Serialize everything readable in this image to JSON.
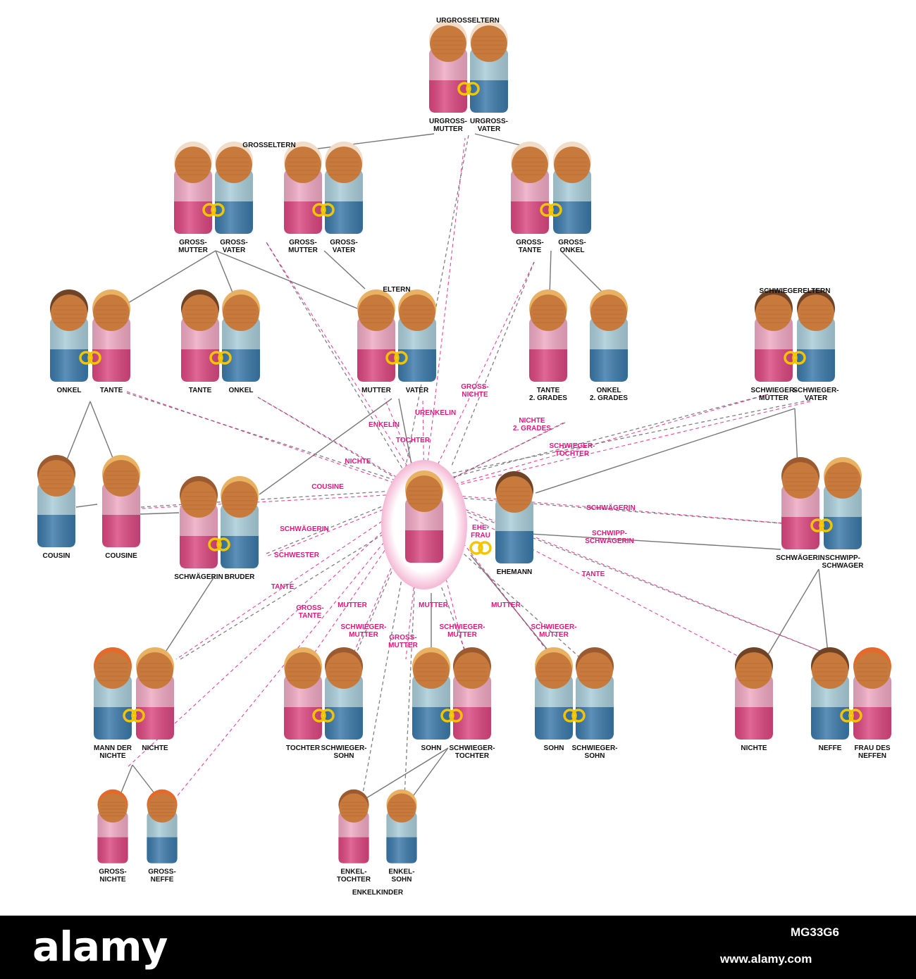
{
  "colors": {
    "female": "#d9467f",
    "female_light": "#eea8c2",
    "male": "#3a78a8",
    "male_light": "#a8ccd8",
    "skin": "#c77a3c",
    "relation_line": "#777777",
    "relation_text": "#e0187e",
    "ring": "#f2c500",
    "footer": "#000000"
  },
  "group_labels": {
    "great_grandparents": "URGROSSELTERN",
    "grandparents": "GROSSELTERN",
    "parents": "ELTERN",
    "parents_in_law": "SCHWIEGERELTERN",
    "grandchildren": "ENKELKINDER"
  },
  "people": [
    {
      "id": "ugm",
      "gender": "f",
      "hair": "white",
      "labels": [
        "URGROSS-",
        "MUTTER"
      ]
    },
    {
      "id": "ugv",
      "gender": "m",
      "hair": "white",
      "labels": [
        "URGROSS-",
        "VATER"
      ]
    },
    {
      "id": "gm1",
      "gender": "f",
      "hair": "white",
      "labels": [
        "GROSS-",
        "MUTTER"
      ]
    },
    {
      "id": "gv1",
      "gender": "m",
      "hair": "white",
      "labels": [
        "GROSS-",
        "VATER"
      ]
    },
    {
      "id": "gm2",
      "gender": "f",
      "hair": "white",
      "labels": [
        "GROSS-",
        "MUTTER"
      ]
    },
    {
      "id": "gv2",
      "gender": "m",
      "hair": "white",
      "labels": [
        "GROSS-",
        "VATER"
      ]
    },
    {
      "id": "gt",
      "gender": "f",
      "hair": "white",
      "labels": [
        "GROSS-",
        "TANTE"
      ]
    },
    {
      "id": "go",
      "gender": "m",
      "hair": "white",
      "labels": [
        "GROSS-",
        "ONKEL"
      ]
    },
    {
      "id": "onkel1",
      "gender": "m",
      "hair": "dark",
      "labels": [
        "ONKEL"
      ]
    },
    {
      "id": "tante1",
      "gender": "f",
      "hair": "blond",
      "labels": [
        "TANTE"
      ]
    },
    {
      "id": "tante2",
      "gender": "f",
      "hair": "dark",
      "labels": [
        "TANTE"
      ]
    },
    {
      "id": "onkel2",
      "gender": "m",
      "hair": "blond",
      "labels": [
        "ONKEL"
      ]
    },
    {
      "id": "mutter",
      "gender": "f",
      "hair": "blond",
      "labels": [
        "MUTTER"
      ]
    },
    {
      "id": "vater",
      "gender": "m",
      "hair": "blond",
      "labels": [
        "VATER"
      ]
    },
    {
      "id": "tante3",
      "gender": "f",
      "hair": "blond",
      "labels": [
        "TANTE",
        "2. GRADES"
      ]
    },
    {
      "id": "onkel3",
      "gender": "m",
      "hair": "blond",
      "labels": [
        "ONKEL",
        "2. GRADES"
      ]
    },
    {
      "id": "swm",
      "gender": "f",
      "hair": "dark",
      "labels": [
        "SCHWIEGER-",
        "MUTTER"
      ]
    },
    {
      "id": "swv",
      "gender": "m",
      "hair": "dark",
      "labels": [
        "SCHWIEGER-",
        "VATER"
      ]
    },
    {
      "id": "cousin",
      "gender": "m",
      "hair": "brown",
      "labels": [
        "COUSIN"
      ]
    },
    {
      "id": "cousine",
      "gender": "f",
      "hair": "blond",
      "labels": [
        "COUSINE"
      ]
    },
    {
      "id": "schwaegerin1",
      "gender": "f",
      "hair": "brown",
      "labels": [
        "SCHWÄGERIN"
      ]
    },
    {
      "id": "bruder",
      "gender": "m",
      "hair": "blond",
      "labels": [
        "BRUDER"
      ]
    },
    {
      "id": "self",
      "gender": "f",
      "hair": "blond",
      "labels": []
    },
    {
      "id": "ehemann",
      "gender": "m",
      "hair": "dark",
      "labels": [
        "EHEMANN"
      ]
    },
    {
      "id": "schwaegerin2",
      "gender": "f",
      "hair": "brown",
      "labels": [
        "SCHWÄGERIN"
      ]
    },
    {
      "id": "schwippschwager",
      "gender": "m",
      "hair": "blond",
      "labels": [
        "SCHWIPP-",
        "SCHWAGER"
      ]
    },
    {
      "id": "mannnichte",
      "gender": "m",
      "hair": "red",
      "labels": [
        "MANN DER",
        "NICHTE"
      ]
    },
    {
      "id": "nichte1",
      "gender": "f",
      "hair": "blond",
      "labels": [
        "NICHTE"
      ]
    },
    {
      "id": "tochter",
      "gender": "f",
      "hair": "blond",
      "labels": [
        "TOCHTER"
      ]
    },
    {
      "id": "schwsohn1",
      "gender": "m",
      "hair": "brown",
      "labels": [
        "SCHWIEGER-",
        "SOHN"
      ]
    },
    {
      "id": "sohn1",
      "gender": "m",
      "hair": "blond",
      "labels": [
        "SOHN"
      ]
    },
    {
      "id": "schwtochter",
      "gender": "f",
      "hair": "brown",
      "labels": [
        "SCHWIEGER-",
        "TOCHTER"
      ]
    },
    {
      "id": "sohn2",
      "gender": "m",
      "hair": "blond",
      "labels": [
        "SOHN"
      ]
    },
    {
      "id": "schwsohn2",
      "gender": "m",
      "hair": "brown",
      "labels": [
        "SCHWIEGER-",
        "SOHN"
      ]
    },
    {
      "id": "nichte2",
      "gender": "f",
      "hair": "dark",
      "labels": [
        "NICHTE"
      ]
    },
    {
      "id": "neffe",
      "gender": "m",
      "hair": "dark",
      "labels": [
        "NEFFE"
      ]
    },
    {
      "id": "fraudesneffen",
      "gender": "f",
      "hair": "red",
      "labels": [
        "FRAU DES",
        "NEFFEN"
      ]
    },
    {
      "id": "grossnichte",
      "gender": "f",
      "hair": "red",
      "labels": [
        "GROSS-",
        "NICHTE"
      ]
    },
    {
      "id": "grossneffe",
      "gender": "m",
      "hair": "red",
      "labels": [
        "GROSS-",
        "NEFFE"
      ]
    },
    {
      "id": "enkeltochter",
      "gender": "f",
      "hair": "brown",
      "labels": [
        "ENKEL-",
        "TOCHTER"
      ]
    },
    {
      "id": "enkelsohn",
      "gender": "m",
      "hair": "blond",
      "labels": [
        "ENKEL-",
        "SOHN"
      ]
    }
  ],
  "relation_labels": [
    {
      "lines": [
        "GROSS-",
        "NICHTE"
      ]
    },
    {
      "lines": [
        "URENKELIN"
      ]
    },
    {
      "lines": [
        "ENKELIN"
      ]
    },
    {
      "lines": [
        "TOCHTER"
      ]
    },
    {
      "lines": [
        "NICHTE",
        "2. GRADES"
      ]
    },
    {
      "lines": [
        "SCHWIEGER-",
        "TOCHTER"
      ]
    },
    {
      "lines": [
        "NICHTE"
      ]
    },
    {
      "lines": [
        "COUSINE"
      ]
    },
    {
      "lines": [
        "SCHWÄGERIN"
      ]
    },
    {
      "lines": [
        "SCHWESTER"
      ]
    },
    {
      "lines": [
        "TANTE"
      ]
    },
    {
      "lines": [
        "GROSS-",
        "TANTE"
      ]
    },
    {
      "lines": [
        "MUTTER"
      ]
    },
    {
      "lines": [
        "SCHWIEGER-",
        "MUTTER"
      ]
    },
    {
      "lines": [
        "GROSS-",
        "MUTTER"
      ]
    },
    {
      "lines": [
        "MUTTER"
      ]
    },
    {
      "lines": [
        "SCHWIEGER-",
        "MUTTER"
      ]
    },
    {
      "lines": [
        "MUTTER"
      ]
    },
    {
      "lines": [
        "SCHWIEGER-",
        "MUTTER"
      ]
    },
    {
      "lines": [
        "EHE-",
        "FRAU"
      ]
    },
    {
      "lines": [
        "SCHWÄGERIN"
      ]
    },
    {
      "lines": [
        "SCHWIPP-",
        "SCHWÄGERIN"
      ]
    },
    {
      "lines": [
        "TANTE"
      ]
    }
  ],
  "footer": {
    "logo": "alamy",
    "image_id": "MG33G6",
    "site": "www.alamy.com"
  }
}
